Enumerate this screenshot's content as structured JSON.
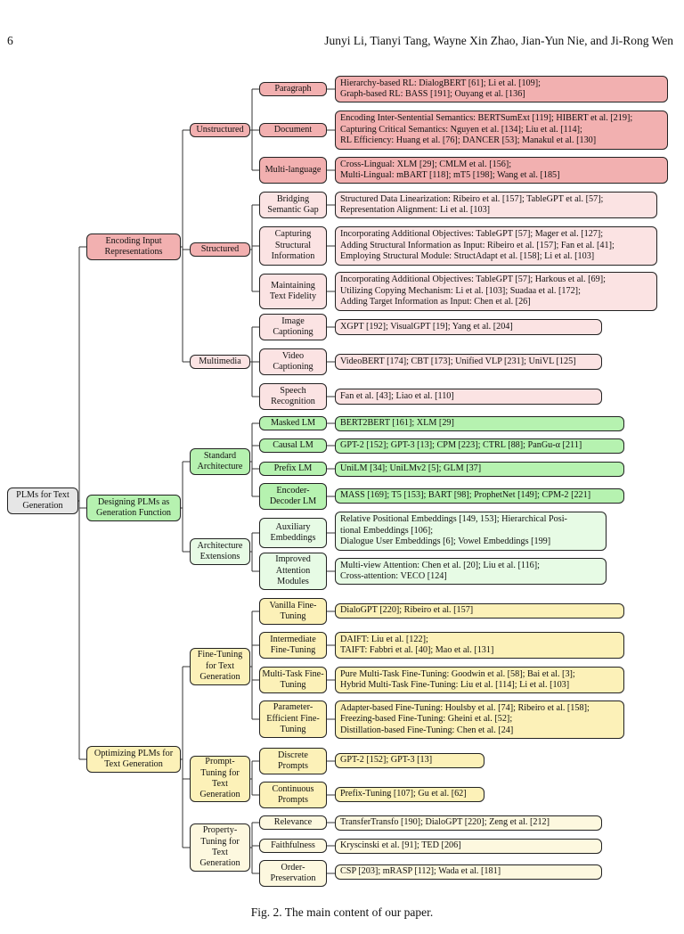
{
  "header": {
    "page_number": "6",
    "authors": "Junyi Li, Tianyi Tang, Wayne Xin Zhao, Jian-Yun Nie, and Ji-Rong Wen"
  },
  "caption": "Fig. 2.  The main content of our paper.",
  "tree": {
    "label": "PLMs for Text Generation",
    "color": "#e6e6e6",
    "children": [
      {
        "label": "Encoding Input Representations",
        "color": "#f2b0b0",
        "children": [
          {
            "label": "Unstructured",
            "color": "#f2b0b0",
            "children": [
              {
                "label": "Paragraph",
                "color": "#f2b0b0",
                "lines": [
                  "Hierarchy-based RL: DialogBERT [61]; Li et al. [109];",
                  "Graph-based RL: BASS [191]; Ouyang et al. [136]"
                ]
              },
              {
                "label": "Document",
                "color": "#f2b0b0",
                "lines": [
                  "Encoding Inter-Sentential Semantics: BERTSumExt [119]; HIBERT et al. [219];",
                  "Capturing Critical Semantics: Nguyen et al. [134]; Liu et al. [114];",
                  "RL Efficiency: Huang et al. [76]; DANCER [53]; Manakul et al. [130]"
                ]
              },
              {
                "label": "Multi-language",
                "color": "#f2b0b0",
                "lines": [
                  "Cross-Lingual: XLM [29]; CMLM et al. [156];",
                  "Multi-Lingual: mBART [118]; mT5 [198]; Wang et al. [185]"
                ]
              }
            ]
          },
          {
            "label": "Structured",
            "color": "#f2b0b0",
            "children": [
              {
                "label": "Bridging Semantic Gap",
                "color": "#fbe3e3",
                "lines": [
                  "Structured Data Linearization: Ribeiro et al. [157]; TableGPT et al. [57];",
                  "Representation Alignment: Li et al. [103]"
                ]
              },
              {
                "label": "Capturing Structural Information",
                "color": "#fbe3e3",
                "lines": [
                  "Incorporating Additional Objectives: TableGPT [57]; Mager et al. [127];",
                  "Adding Structural Information as Input: Ribeiro et al. [157]; Fan et al. [41];",
                  "Employing Structural Module: StructAdapt et al. [158]; Li et al. [103]"
                ]
              },
              {
                "label": "Maintaining Text Fidelity",
                "color": "#fbe3e3",
                "lines": [
                  "Incorporating Additional Objectives: TableGPT [57]; Harkous et al. [69];",
                  "Utilizing Copying Mechanism: Li et al. [103]; Suadaa et al. [172];",
                  "Adding Target Information as Input: Chen et al. [26]"
                ]
              }
            ]
          },
          {
            "label": "Multimedia",
            "color": "#fbe3e3",
            "children": [
              {
                "label": "Image Captioning",
                "color": "#fbe3e3",
                "lines": [
                  "XGPT [192]; VisualGPT [19]; Yang et al. [204]"
                ]
              },
              {
                "label": "Video Captioning",
                "color": "#fbe3e3",
                "lines": [
                  "VideoBERT [174]; CBT [173]; Unified VLP [231]; UniVL [125]"
                ]
              },
              {
                "label": "Speech Recognition",
                "color": "#fbe3e3",
                "lines": [
                  "Fan et al. [43]; Liao et al. [110]"
                ]
              }
            ]
          }
        ]
      },
      {
        "label": "Designing PLMs as Generation Function",
        "color": "#b6f2b0",
        "children": [
          {
            "label": "Standard Architecture",
            "color": "#b6f2b0",
            "children": [
              {
                "label": "Masked LM",
                "color": "#b6f2b0",
                "lines": [
                  "BERT2BERT [161]; XLM [29]"
                ]
              },
              {
                "label": "Causal LM",
                "color": "#b6f2b0",
                "lines": [
                  "GPT-2 [152]; GPT-3 [13]; CPM [223]; CTRL [88]; PanGu-α [211]"
                ]
              },
              {
                "label": "Prefix LM",
                "color": "#b6f2b0",
                "lines": [
                  "UniLM [34]; UniLMv2 [5]; GLM [37]"
                ]
              },
              {
                "label": "Encoder-Decoder LM",
                "color": "#b6f2b0",
                "lines": [
                  "MASS [169]; T5 [153]; BART [98]; ProphetNet [149]; CPM-2 [221]"
                ]
              }
            ]
          },
          {
            "label": "Architecture Extensions",
            "color": "#e7fbe5",
            "children": [
              {
                "label": "Auxiliary Embeddings",
                "color": "#e7fbe5",
                "lines": [
                  "Relative Positional Embeddings [149, 153]; Hierarchical Posi-",
                  "tional Embeddings [106];",
                  "Dialogue User Embeddings [6]; Vowel Embeddings [199]"
                ]
              },
              {
                "label": "Improved Attention Modules",
                "color": "#e7fbe5",
                "lines": [
                  "Multi-view Attention: Chen et al. [20]; Liu et al. [116];",
                  "Cross-attention: VECO [124]"
                ]
              }
            ]
          }
        ]
      },
      {
        "label": "Optimizing PLMs for Text Generation",
        "color": "#fcf1b8",
        "children": [
          {
            "label": "Fine-Tuning for Text Generation",
            "color": "#fcf1b8",
            "children": [
              {
                "label": "Vanilla Fine-Tuning",
                "color": "#fcf1b8",
                "lines": [
                  "DialoGPT [220]; Ribeiro et al. [157]"
                ]
              },
              {
                "label": "Intermediate Fine-Tuning",
                "color": "#fcf1b8",
                "lines": [
                  "DAIFT: Liu et al. [122];",
                  "TAIFT: Fabbri et al. [40]; Mao et al. [131]"
                ]
              },
              {
                "label": "Multi-Task Fine-Tuning",
                "color": "#fcf1b8",
                "lines": [
                  "Pure Multi-Task Fine-Tuning: Goodwin et al. [58]; Bai et al. [3];",
                  "Hybrid Multi-Task Fine-Tuning: Liu et al. [114]; Li et al. [103]"
                ]
              },
              {
                "label": "Parameter-Efficient Fine-Tuning",
                "color": "#fcf1b8",
                "lines": [
                  "Adapter-based Fine-Tuning: Houlsby et al. [74]; Ribeiro et al. [158];",
                  "Freezing-based Fine-Tuning: Gheini et al. [52];",
                  "Distillation-based Fine-Tuning: Chen et al. [24]"
                ]
              }
            ]
          },
          {
            "label": "Prompt-Tuning for Text Generation",
            "color": "#fcf1b8",
            "children": [
              {
                "label": "Discrete Prompts",
                "color": "#fcf1b8",
                "lines": [
                  "GPT-2 [152]; GPT-3 [13]"
                ]
              },
              {
                "label": "Continuous Prompts",
                "color": "#fcf1b8",
                "lines": [
                  "Prefix-Tuning [107]; Gu et al. [62]"
                ]
              }
            ]
          },
          {
            "label": "Property-Tuning for Text Generation",
            "color": "#fdf8df",
            "children": [
              {
                "label": "Relevance",
                "color": "#fdf8df",
                "lines": [
                  "TransferTransfo [190]; DialoGPT [220]; Zeng et al. [212]"
                ]
              },
              {
                "label": "Faithfulness",
                "color": "#fdf8df",
                "lines": [
                  "Kryscinski et al. [91]; TED [206]"
                ]
              },
              {
                "label": "Order-Preservation",
                "color": "#fdf8df",
                "lines": [
                  "CSP [203]; mRASP [112]; Wada et al. [181]"
                ]
              }
            ]
          }
        ]
      }
    ]
  }
}
